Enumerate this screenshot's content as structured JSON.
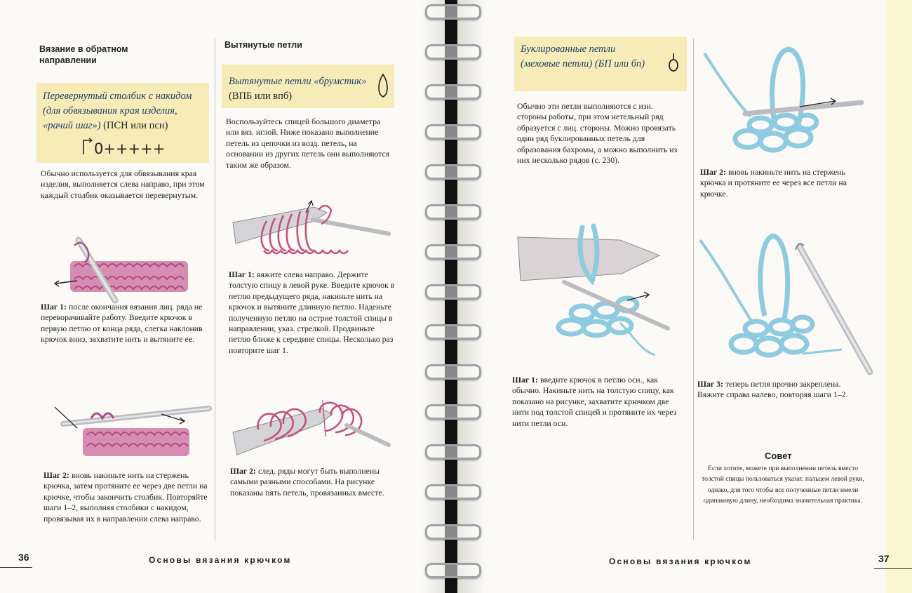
{
  "left_page": {
    "col1": {
      "heading": "Вязание в обратном направлении",
      "box_title": "Перевернутый столбик с накидом (для обвязывания края изделия, «рачий шаг»)",
      "box_title_abbr": "(ПСН или псн)",
      "symbol": "0+++++",
      "intro": "Обычно используется для обвязывания края изделия, выполняется слева направо, при этом каждый столбик оказывается перевернутым.",
      "step1_label": "Шаг 1:",
      "step1_text": "после окончания вязания лиц. ряда не переворачивайте работу. Введите крючок в первую петлю от конца ряда, слегка наклонив крючок вниз, захватите нить и вытяните ее.",
      "step2_label": "Шаг 2:",
      "step2_text": "вновь накиньте нить на стержень крючка, затем протяните ее через две петли на крючке, чтобы закончить столбик. Повторяйте шаги 1–2, выполняя столбики с накидом, провязывая их в направлении слева направо."
    },
    "col2": {
      "heading": "Вытянутые петли",
      "box_title": "Вытянутые петли «брумстик»",
      "box_title_abbr": "(ВПБ или впб)",
      "intro": "Воспользуйтесь спицей большого диаметра или вяз. иглой. Ниже показано выполнение петель из цепочки из возд. петель, на основании из других петель они выполняются таким же образом.",
      "step1_label": "Шаг 1:",
      "step1_text": "вяжите слева направо. Держите толстую спицу в левой руке. Введите крючок в петлю предыдущего ряда, накиньте нить на крючок и вытяните длинную петлю. Наденьте полученную петлю на острие толстой спицы в направлении, указ. стрелкой. Продвиньте петлю ближе к середине спицы. Несколько раз повторите шаг 1.",
      "step2_label": "Шаг 2:",
      "step2_text": "след. ряды могут быть выполнены самыми разными способами. На рисунке показаны пять петель, провязанных вместе."
    },
    "footer": "Основы вязания крючком",
    "page_number": "36"
  },
  "right_page": {
    "col1": {
      "box_title": "Буклированные петли (меховые петли)",
      "box_title_abbr": "(БП или бп)",
      "intro": "Обычно эти петли выполняются с изн. стороны работы, при этом нетельный ряд образуется с лиц. стороны. Можно провязать один ряд буклированных петель для образования бахромы, а можно выполнить из них несколько рядов (с. 230).",
      "step1_label": "Шаг 1:",
      "step1_text": "введите крючок в петлю осн., как обычно. Накиньте нить на толстую спицу, как показано на рисунке, захватите крючком две нити под толстой спицей и протяните их через нити петли осн."
    },
    "col2": {
      "step2_label": "Шаг 2:",
      "step2_text": "вновь накиньте нить на стержень крючка и протяните ее через все петли на крючке.",
      "step3_label": "Шаг 3:",
      "step3_text": "теперь петля прочно закреплена. Вяжите справа налево, повторяя шаги 1–2.",
      "tip_title": "Совет",
      "tip_text": "Если хотите, можете при выполнении петель вместо толстой спицы пользоваться указат. пальцем левой руки, однако, для того чтобы все полученные петли имели одинаковую длину, необходима значительная практика."
    },
    "footer": "Основы вязания крючком",
    "page_number": "37"
  },
  "colors": {
    "box_bg": "#f7ecb8",
    "title_blue": "#1f3f6a",
    "yarn_pink": "#c4527e",
    "yarn_blue": "#8fcbe0",
    "needle_gray": "#cfcfd2"
  }
}
